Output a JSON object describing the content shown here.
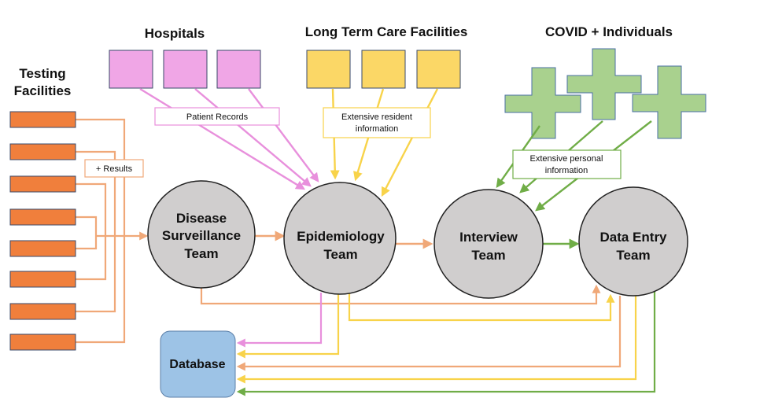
{
  "headers": {
    "testing": [
      "Testing",
      "Facilities"
    ],
    "hospitals": "Hospitals",
    "ltcf": "Long Term Care Facilities",
    "covid": "COVID +  Individuals"
  },
  "labels": {
    "results": "+ Results",
    "patient_records": "Patient Records",
    "extensive_resident": [
      "Extensive resident",
      "information"
    ],
    "extensive_personal": [
      "Extensive personal",
      "information"
    ]
  },
  "teams": {
    "disease": [
      "Disease",
      "Surveillance",
      "Team"
    ],
    "epi": [
      "Epidemiology",
      "Team"
    ],
    "interview": [
      "Interview",
      "Team"
    ],
    "dataentry": [
      "Data Entry",
      "Team"
    ]
  },
  "database": "Database",
  "colors": {
    "orange": "#f07f3c",
    "orange_line": "#f0a878",
    "pink": "#f0a6e6",
    "pink_line": "#e890dc",
    "yellow": "#fbd766",
    "yellow_line": "#f8d34a",
    "green": "#a9d18e",
    "green_line": "#70ad47",
    "team_fill": "#d0cece",
    "db_fill": "#9dc3e6"
  }
}
